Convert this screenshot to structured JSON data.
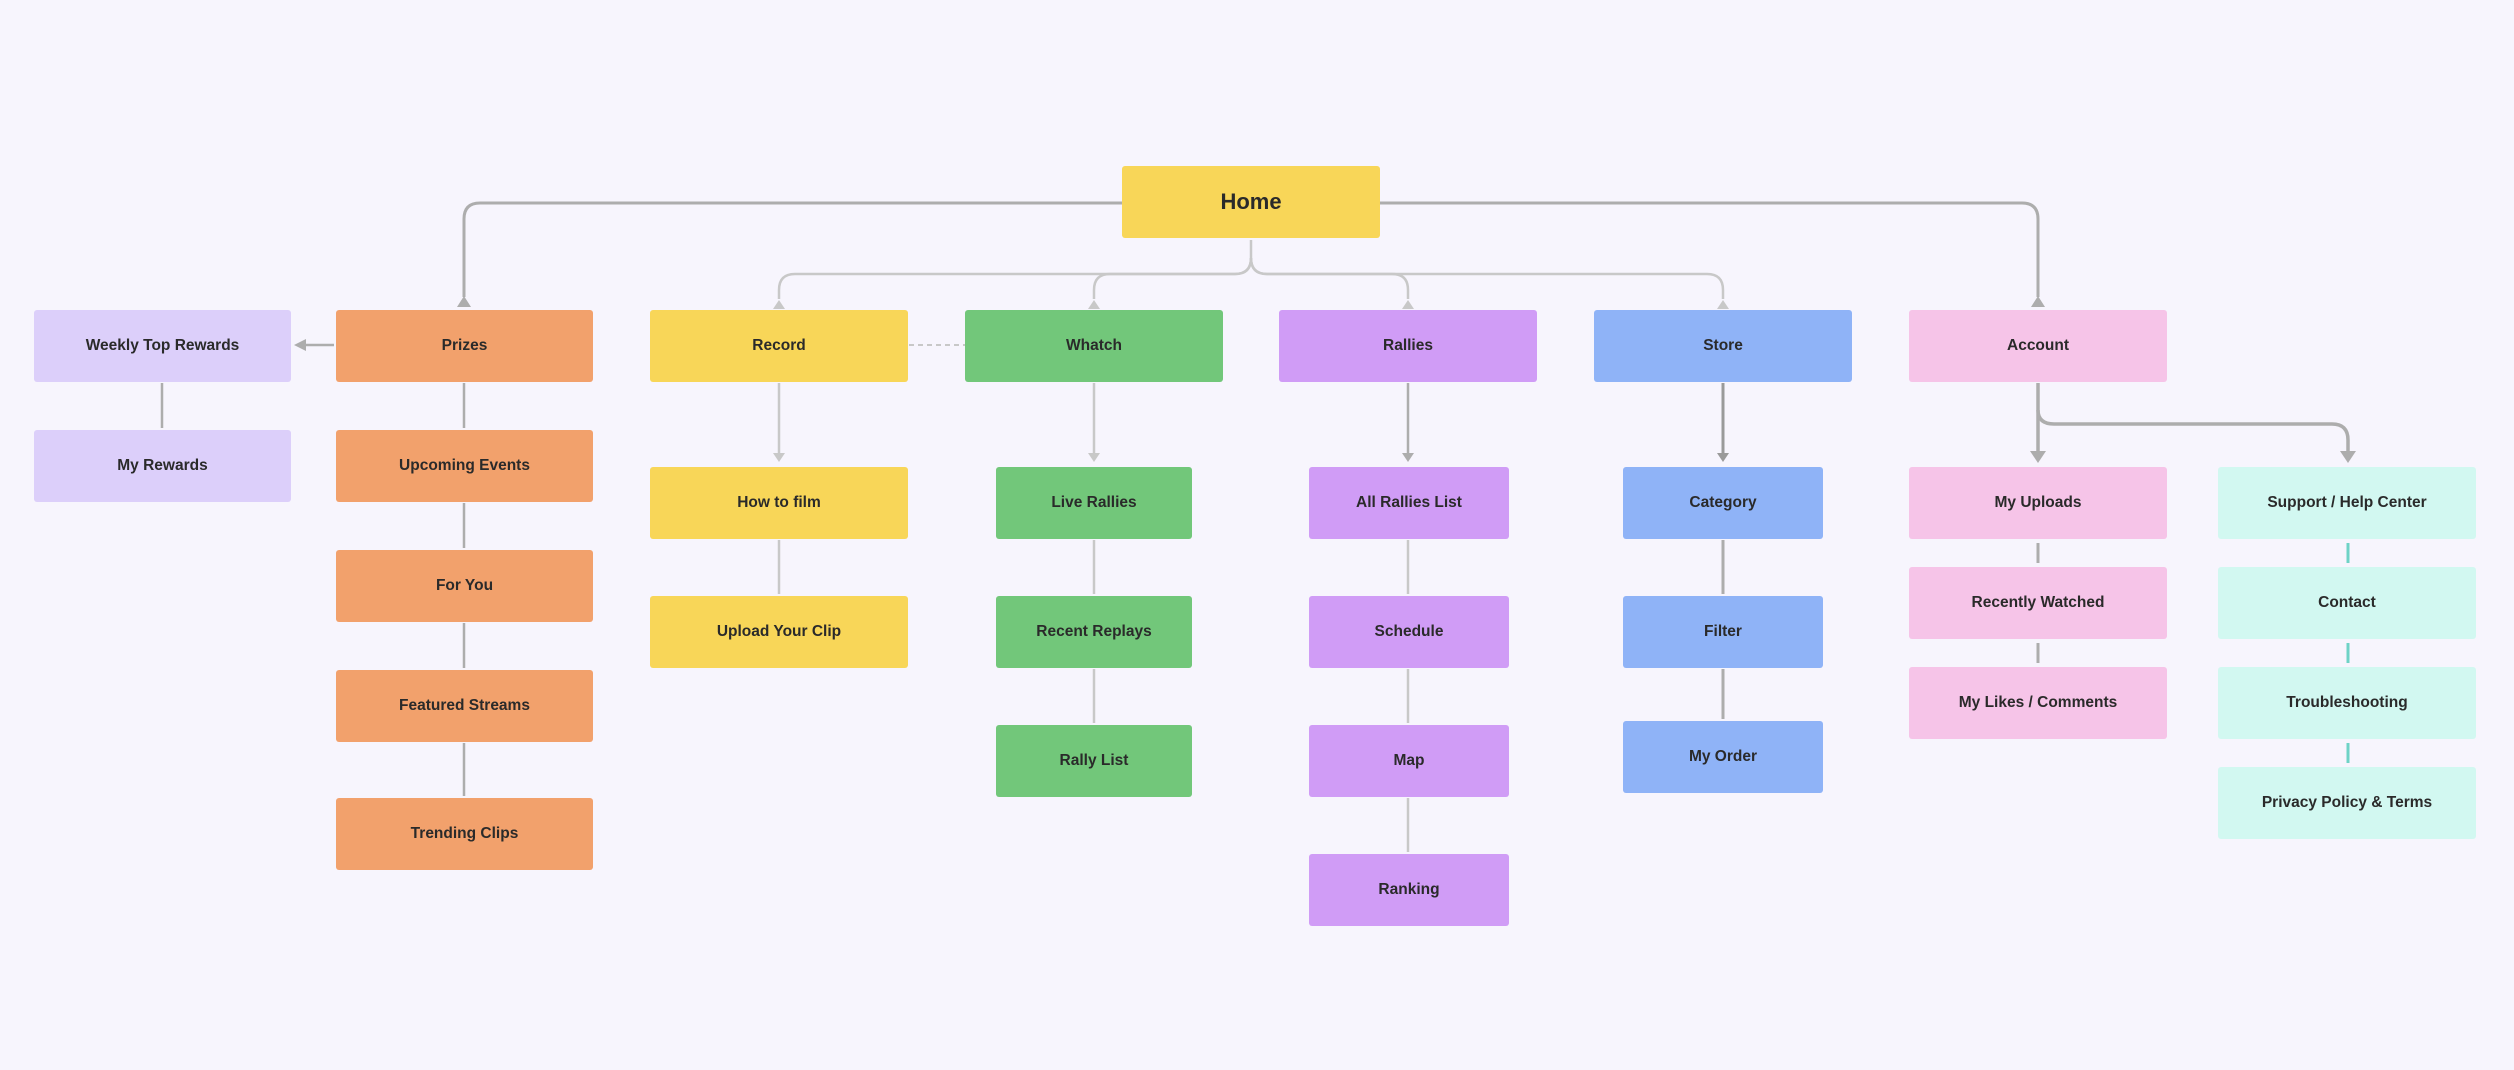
{
  "colors": {
    "background": "#f7f5fd",
    "home": "#f8d658",
    "prizes": "#f2a16c",
    "rewards": "#dccffa",
    "record": "#f8d658",
    "watch": "#72c77a",
    "rallies": "#d09cf6",
    "store": "#8fb3f7",
    "account": "#f6c4e8",
    "support": "#d2f8f1",
    "line": "#adadad",
    "line_light": "#c8c8c8",
    "line_teal": "#6ed3c6"
  },
  "nodes": {
    "home": "Home",
    "prizes": "Prizes",
    "weekly_top_rewards": "Weekly Top Rewards",
    "my_rewards": "My Rewards",
    "upcoming_events": "Upcoming Events",
    "for_you": "For You",
    "featured_streams": "Featured Streams",
    "trending_clips": "Trending Clips",
    "record": "Record",
    "how_to_film": "How to film",
    "upload_your_clip": "Upload Your Clip",
    "whatch": "Whatch",
    "live_rallies": "Live Rallies",
    "recent_replays": "Recent Replays",
    "rally_list": "Rally List",
    "rallies": "Rallies",
    "all_rallies_list": "All Rallies List",
    "schedule": "Schedule",
    "map": "Map",
    "ranking": "Ranking",
    "store": "Store",
    "category": "Category",
    "filter": "Filter",
    "my_order": "My Order",
    "account": "Account",
    "my_uploads": "My Uploads",
    "recently_watched": "Recently Watched",
    "my_likes_comments": "My Likes / Comments",
    "support_help_center": "Support / Help Center",
    "contact": "Contact",
    "troubleshooting": "Troubleshooting",
    "privacy_policy_terms": "Privacy Policy & Terms"
  }
}
